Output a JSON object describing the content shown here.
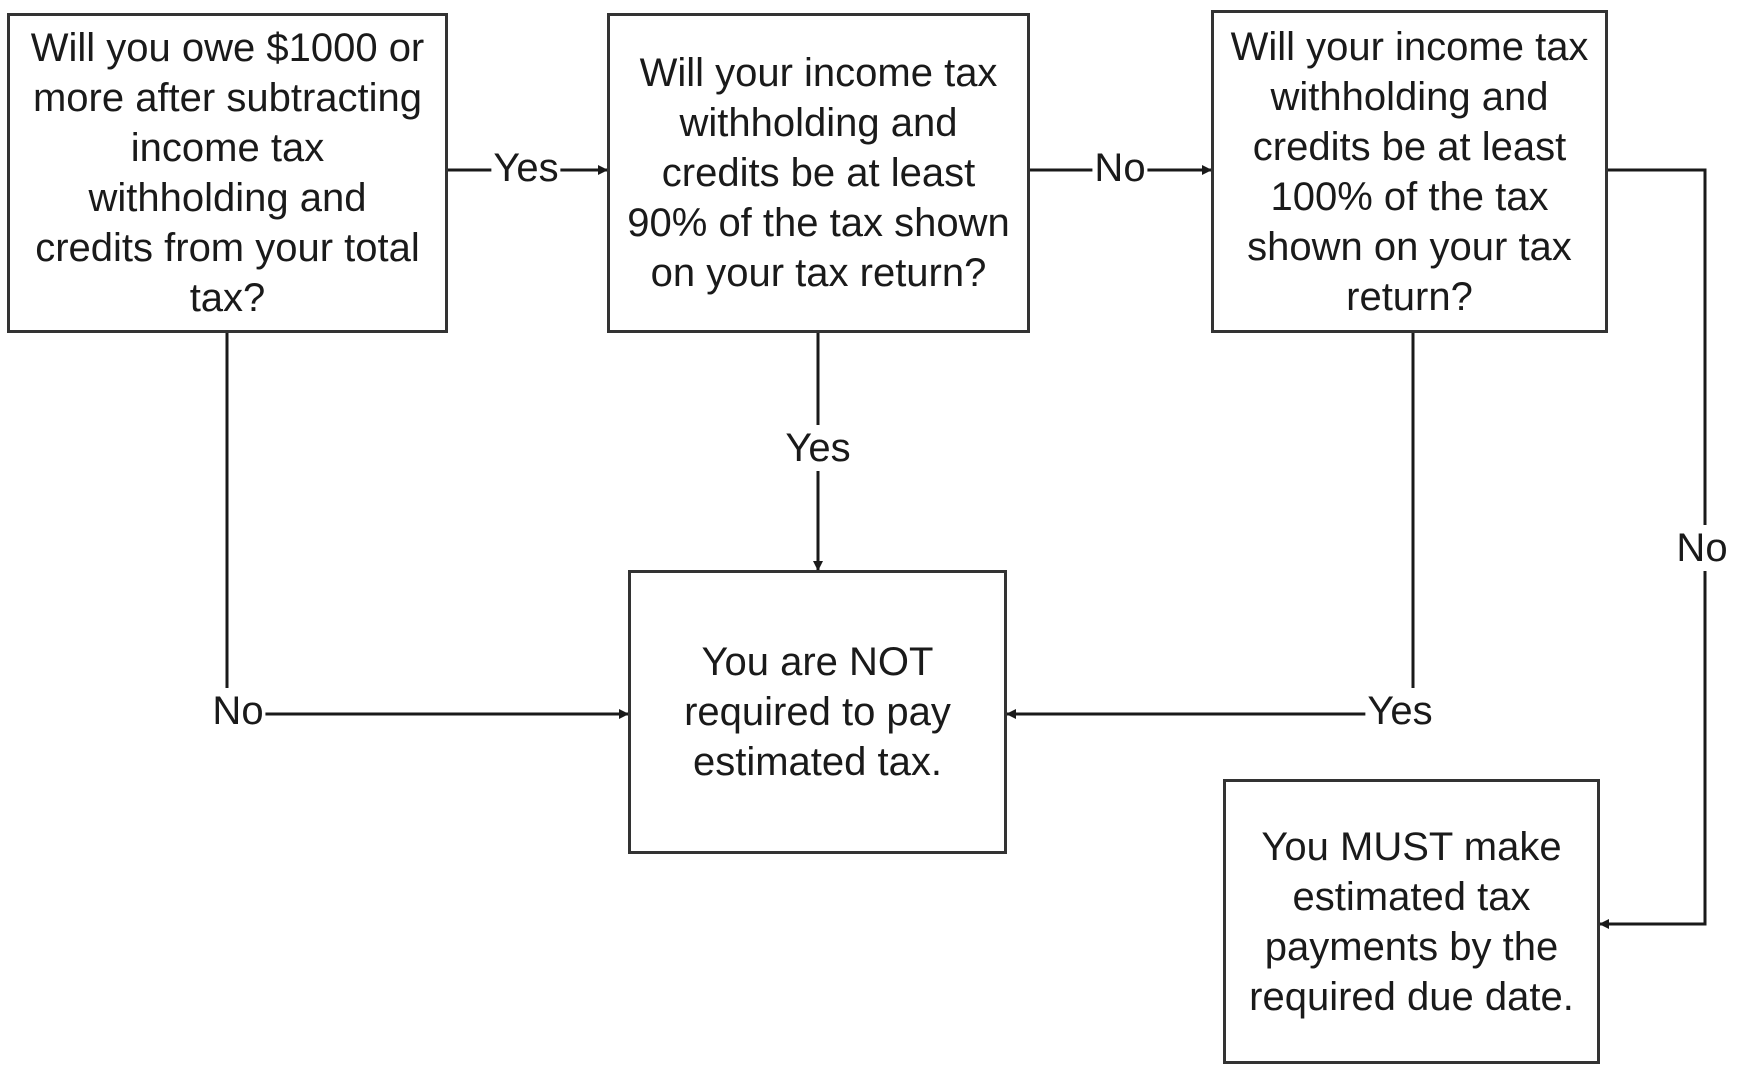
{
  "boxes": {
    "q1": "Will you owe $1000 or\nmore after subtracting\nincome tax\nwithholding and\ncredits from your total\ntax?",
    "q2": "Will your income tax\nwithholding and\ncredits be at least\n90% of the tax shown\non your tax return?",
    "q3": "Will your income tax\nwithholding and\ncredits be at least\n100% of the tax\nshown on your tax\nreturn?",
    "not_required": "You are NOT\nrequired to pay\nestimated tax.",
    "must_pay": "You MUST make\nestimated tax\npayments by the\nrequired due date."
  },
  "labels": {
    "q1_yes": "Yes",
    "q1_no": "No",
    "q2_no": "No",
    "q2_yes": "Yes",
    "q3_yes": "Yes",
    "q3_no": "No"
  },
  "colors": {
    "line": "#1a1a1a",
    "border": "#333333"
  }
}
